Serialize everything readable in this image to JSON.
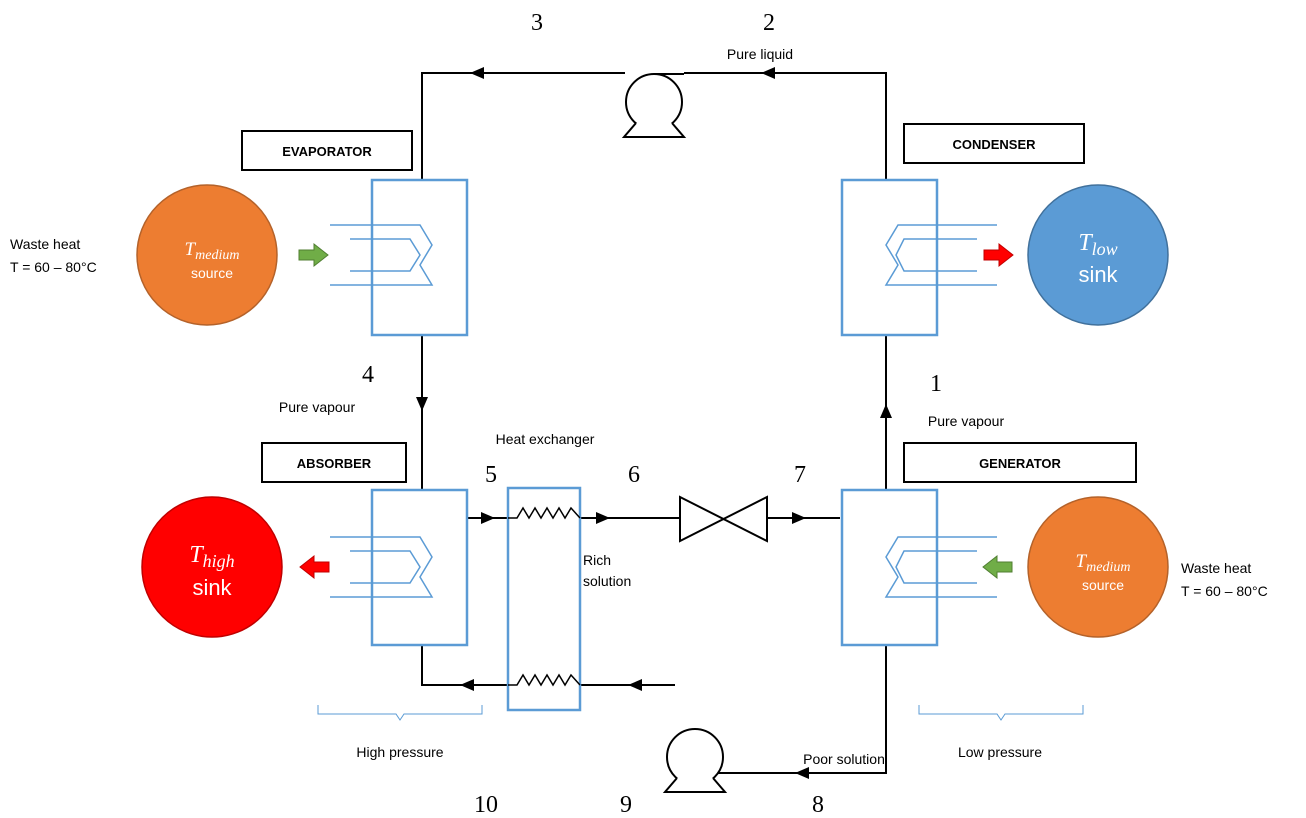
{
  "state_points": {
    "p1": "1",
    "p2": "2",
    "p3": "3",
    "p4": "4",
    "p5": "5",
    "p6": "6",
    "p7": "7",
    "p8": "8",
    "p9": "9",
    "p10": "10"
  },
  "components": {
    "evaporator": "EVAPORATOR",
    "condenser": "CONDENSER",
    "absorber": "ABSORBER",
    "generator": "GENERATOR"
  },
  "streams": {
    "pure_liquid": "Pure liquid",
    "pure_vapour_left": "Pure vapour",
    "pure_vapour_right": "Pure vapour",
    "heat_exchanger": "Heat exchanger",
    "rich_solution_line1": "Rich",
    "rich_solution_line2": "solution",
    "poor_solution": "Poor solution"
  },
  "pressure_zones": {
    "high": "High pressure",
    "low": "Low pressure"
  },
  "reservoirs": {
    "left_source": {
      "symbol": "T",
      "subscript": "medium",
      "label": "source",
      "color": "#ed7d31"
    },
    "right_sink": {
      "symbol": "T",
      "subscript": "low",
      "label": "sink",
      "color": "#5b9bd5"
    },
    "left_sink": {
      "symbol": "T",
      "subscript": "high",
      "label": "sink",
      "color": "#ff0000"
    },
    "right_source": {
      "symbol": "T",
      "subscript": "medium",
      "label": "source",
      "color": "#ed7d31"
    }
  },
  "waste_heat": {
    "left_line1": "Waste heat",
    "left_line2": "T = 60 – 80°C",
    "right_line1": "Waste heat",
    "right_line2": "T = 60 – 80°C"
  },
  "colors": {
    "exchanger_box": "#5b9bd5",
    "coil": "#5b9bd5",
    "pipe": "#000000",
    "arrow_green": "#70ad47",
    "arrow_red": "#ff0000"
  }
}
